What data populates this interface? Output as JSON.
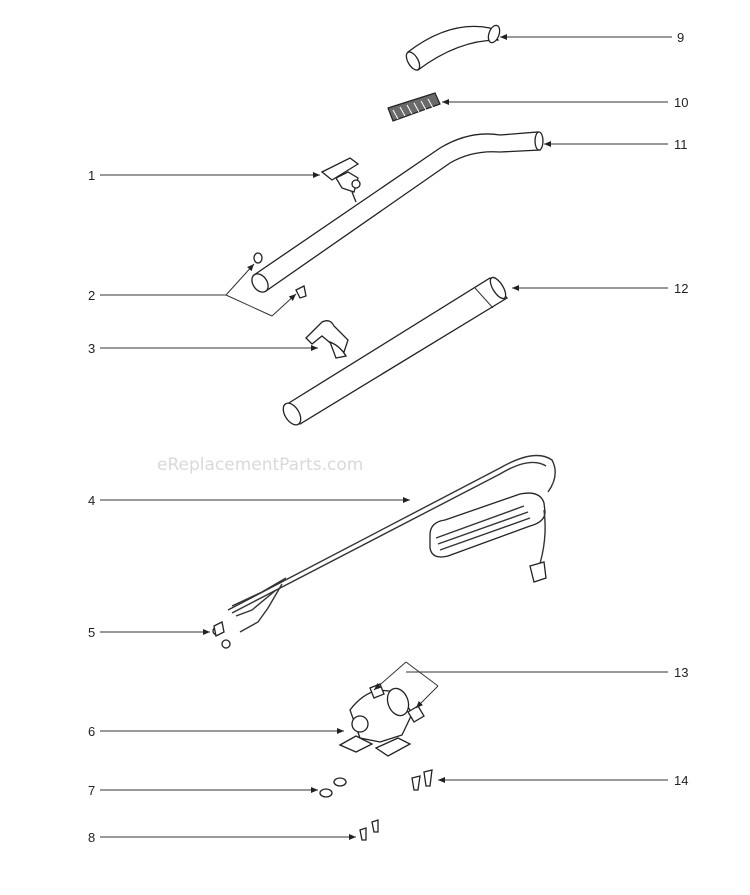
{
  "watermark": "eReplacementParts.com",
  "callouts": {
    "c1": "1",
    "c2": "2",
    "c3": "3",
    "c4": "4",
    "c5": "5",
    "c6": "6",
    "c7": "7",
    "c8": "8",
    "c9": "9",
    "c10": "10",
    "c11": "11",
    "c12": "12",
    "c13": "13",
    "c14": "14"
  }
}
